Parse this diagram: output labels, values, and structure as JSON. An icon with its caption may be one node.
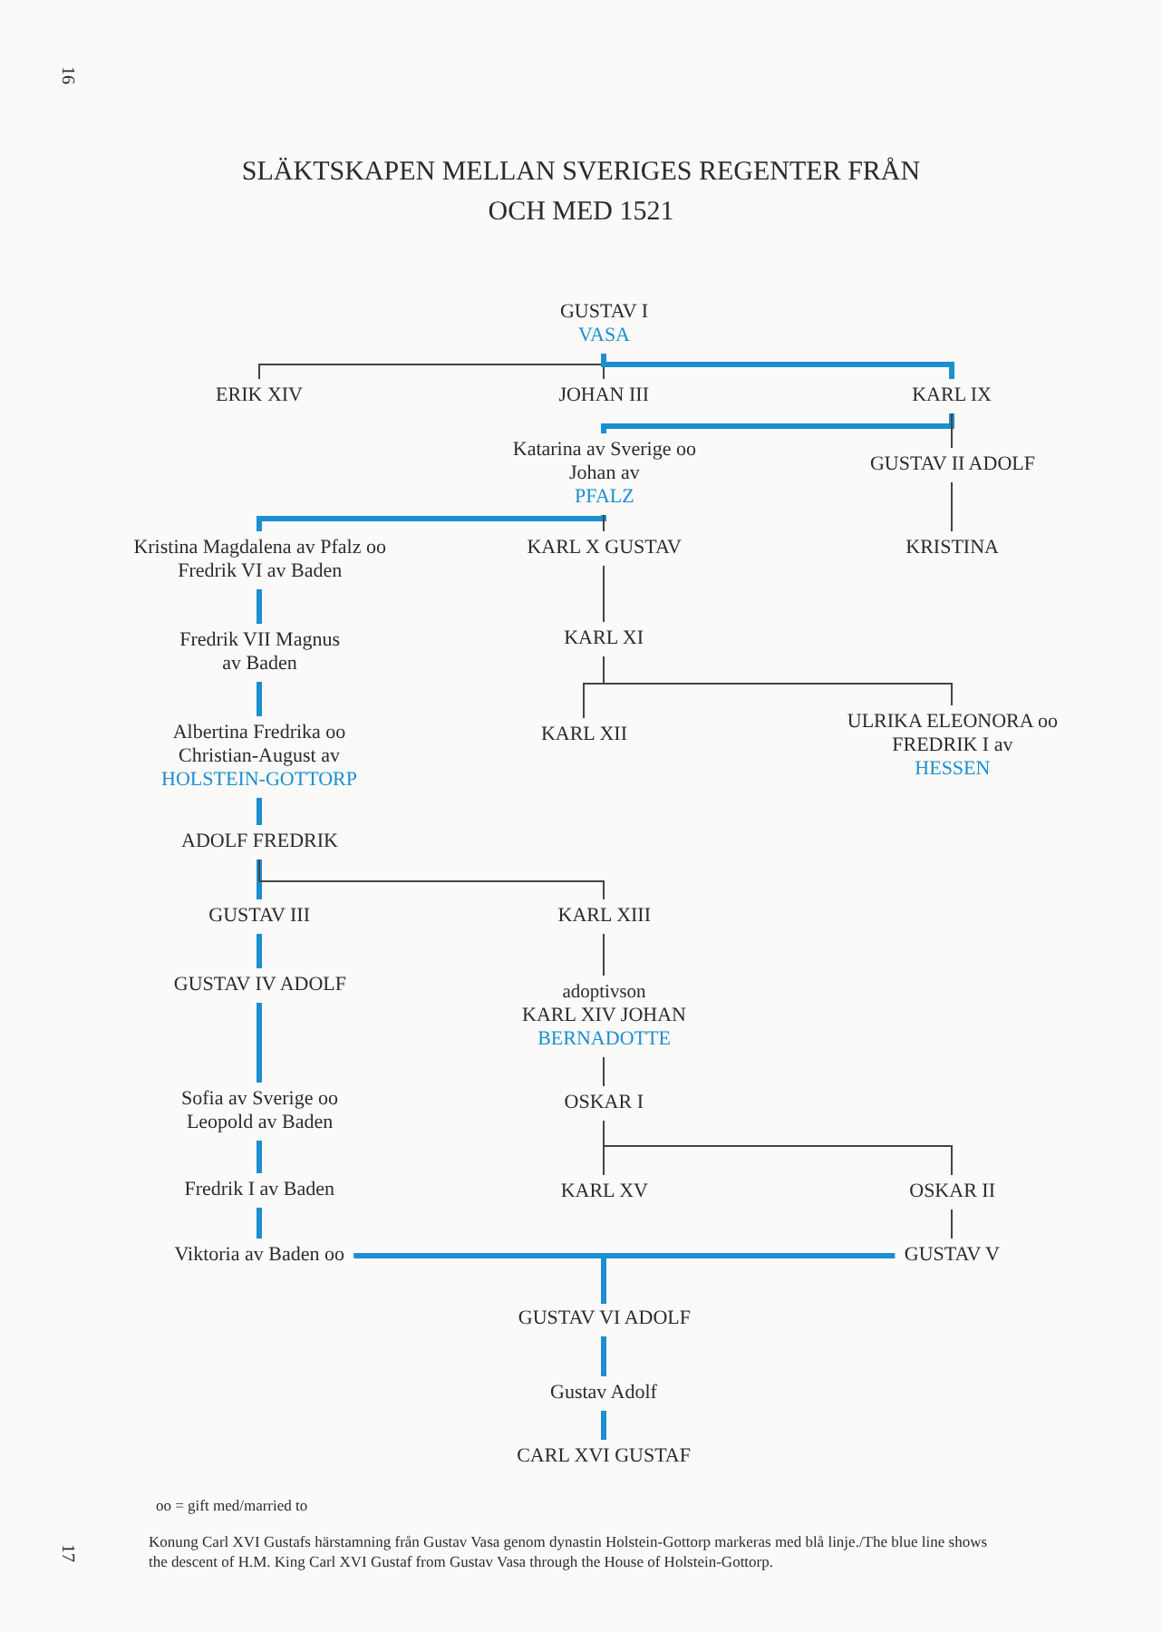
{
  "diagram": {
    "title": "SLÄKTSKAPEN MELLAN SVERIGES REGENTER FRÅN OCH MED 1521",
    "caption": "Konung Carl XVI Gustafs härstamning från Gustav Vasa genom dynastin Holstein-Gottorp markeras med blå linje./The blue line shows the descent of H.M. King Carl XVI Gustaf from Gustav Vasa through the House of Holstein-Gottorp.",
    "nodes": [
      {
        "text": [
          "GUSTAV I",
          "VASA"
        ]
      },
      {
        "text": [
          "ERIK XIV"
        ]
      },
      {
        "text": [
          "JOHAN III"
        ]
      },
      {
        "text": [
          "KARL IX"
        ]
      },
      {
        "text": [
          "Katarina av Sverige oo Johan av",
          "PFALZ"
        ]
      },
      {
        "text": [
          "GUSTAV II ADOLF"
        ]
      },
      {
        "text": [
          "Kristina Magdalena av Pfalz oo Fredrik VI av Baden"
        ]
      },
      {
        "text": [
          "KARL X GUSTAV"
        ]
      },
      {
        "text": [
          "KRISTINA"
        ]
      },
      {
        "text": [
          "Fredrik VII Magnus av Baden"
        ]
      },
      {
        "text": [
          "KARL XI"
        ]
      },
      {
        "text": [
          "Albertina Fredrika oo Christian-August av",
          "HOLSTEIN-GOTTORP"
        ]
      },
      {
        "text": [
          "KARL XII"
        ]
      },
      {
        "text": [
          "ULRIKA ELEONORA oo FREDRIK I av",
          "HESSEN"
        ]
      },
      {
        "text": [
          "ADOLF FREDRIK"
        ]
      },
      {
        "text": [
          "GUSTAV III"
        ]
      },
      {
        "text": [
          "KARL XIII"
        ]
      },
      {
        "text": [
          "GUSTAV IV ADOLF"
        ]
      },
      {
        "text": [
          "adoptivson",
          "KARL XIV JOHAN",
          "BERNADOTTE"
        ]
      },
      {
        "text": [
          "Sofia av Sverige oo Leopold av Baden"
        ]
      },
      {
        "text": [
          "OSKAR I"
        ]
      },
      {
        "text": [
          "Fredrik I av Baden"
        ]
      },
      {
        "text": [
          "KARL XV"
        ]
      },
      {
        "text": [
          "OSKAR II"
        ]
      },
      {
        "text": [
          "Viktoria av Baden oo"
        ]
      },
      {
        "text": [
          "GUSTAV V"
        ]
      },
      {
        "text": [
          "GUSTAV VI ADOLF"
        ]
      },
      {
        "text": [
          "Gustav Adolf"
        ]
      },
      {
        "text": [
          "CARL XVI GUSTAF"
        ]
      }
    ],
    "edges": [
      {
        "from": 0,
        "to": 1,
        "arrow": "none",
        "color": "#444444"
      },
      {
        "from": 0,
        "to": 2,
        "arrow": "none",
        "color": "#444444"
      },
      {
        "from": 0,
        "to": 3,
        "arrow": "none"
      },
      {
        "from": 3,
        "to": 4,
        "arrow": "none"
      },
      {
        "from": 3,
        "to": 5,
        "arrow": "none",
        "color": "#444444"
      },
      {
        "from": 5,
        "to": 8,
        "arrow": "none",
        "color": "#444444"
      },
      {
        "from": 4,
        "to": 6,
        "arrow": "none"
      },
      {
        "from": 4,
        "to": 7,
        "arrow": "none",
        "color": "#444444"
      },
      {
        "from": 7,
        "to": 10,
        "arrow": "none",
        "color": "#444444"
      },
      {
        "from": 6,
        "to": 9,
        "arrow": "none"
      },
      {
        "from": 10,
        "to": 12,
        "arrow": "none",
        "color": "#444444"
      },
      {
        "from": 10,
        "to": 13,
        "arrow": "none",
        "color": "#444444"
      },
      {
        "from": 9,
        "to": 11,
        "arrow": "none"
      },
      {
        "from": 11,
        "to": 14,
        "arrow": "none"
      },
      {
        "from": 14,
        "to": 15,
        "arrow": "none"
      },
      {
        "from": 14,
        "to": 16,
        "arrow": "none",
        "color": "#444444"
      },
      {
        "from": 15,
        "to": 17,
        "arrow": "none"
      },
      {
        "from": 16,
        "to": 18,
        "arrow": "none",
        "color": "#444444"
      },
      {
        "from": 17,
        "to": 19,
        "arrow": "none"
      },
      {
        "from": 18,
        "to": 20,
        "arrow": "none",
        "color": "#444444"
      },
      {
        "from": 19,
        "to": 21,
        "arrow": "none"
      },
      {
        "from": 20,
        "to": 22,
        "arrow": "none",
        "color": "#444444"
      },
      {
        "from": 20,
        "to": 23,
        "arrow": "none",
        "color": "#444444"
      },
      {
        "from": 21,
        "to": 24,
        "arrow": "none"
      },
      {
        "from": 23,
        "to": 25,
        "arrow": "none",
        "color": "#444444"
      },
      {
        "from": 24,
        "to": 26,
        "arrow": "none"
      },
      {
        "from": 25,
        "to": 26,
        "arrow": "none"
      },
      {
        "from": 26,
        "to": 27,
        "arrow": "none"
      },
      {
        "from": 27,
        "to": 28,
        "arrow": "none"
      }
    ],
    "labels": [
      "16",
      "oo = gift med/married to",
      "17"
    ]
  }
}
